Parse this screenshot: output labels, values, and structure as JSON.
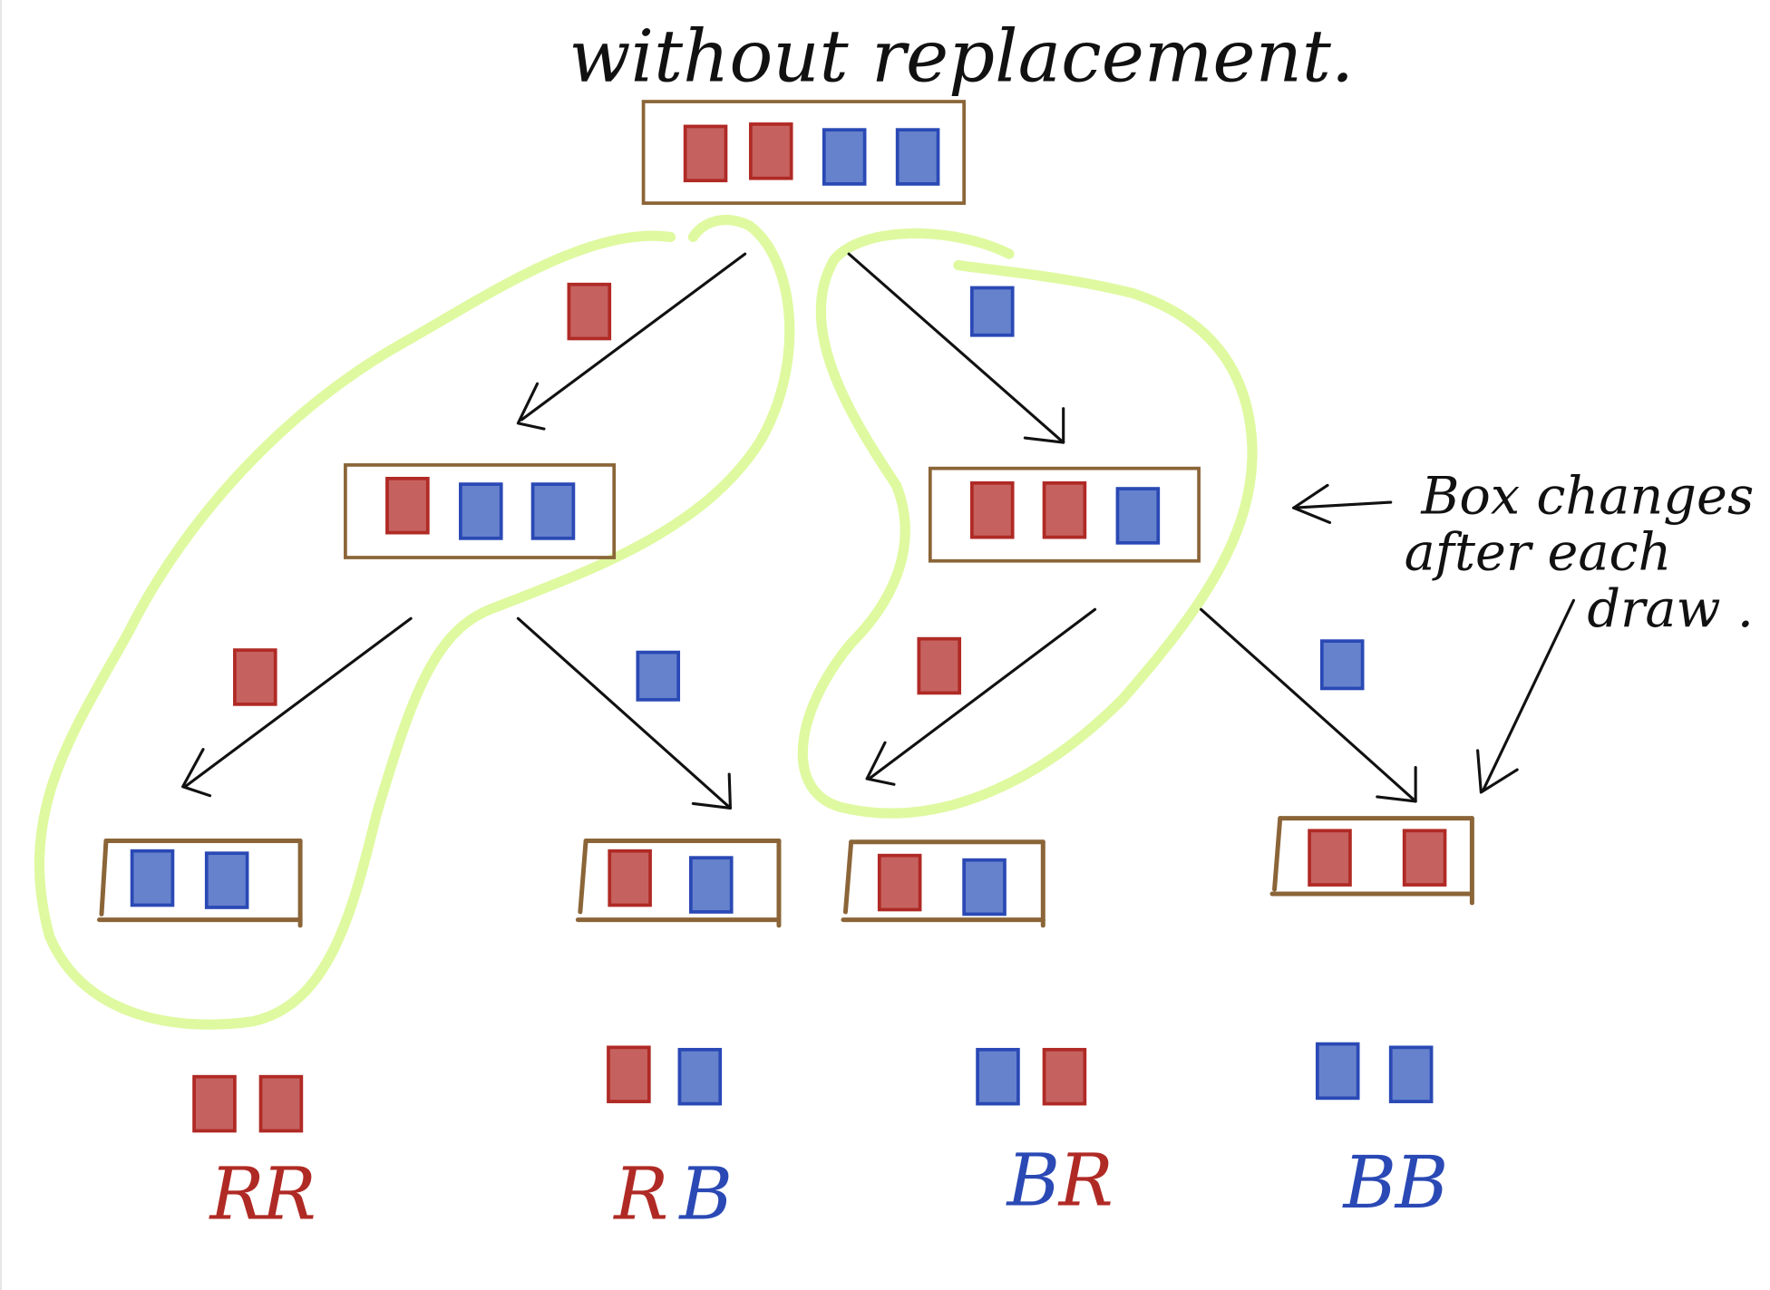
{
  "title": "without replacement.",
  "annotation": {
    "lines": [
      "Box changes",
      "after each",
      "draw ."
    ]
  },
  "colors": {
    "red": "#b02a25",
    "red_fill": "#c5625f",
    "blue": "#2a49b5",
    "blue_fill": "#6682cc",
    "box": "#8b6538",
    "highlight": "#dff9a0",
    "ink": "#111111"
  },
  "tree": {
    "root": {
      "contents": [
        "R",
        "R",
        "B",
        "B"
      ]
    },
    "level1": [
      {
        "drawn": "R",
        "contents": [
          "R",
          "B",
          "B"
        ]
      },
      {
        "drawn": "B",
        "contents": [
          "R",
          "R",
          "B"
        ]
      }
    ],
    "level2": [
      {
        "drawn": "R",
        "contents": [
          "B",
          "B"
        ]
      },
      {
        "drawn": "B",
        "contents": [
          "R",
          "B"
        ]
      },
      {
        "drawn": "R",
        "contents": [
          "R",
          "B"
        ]
      },
      {
        "drawn": "B",
        "contents": [
          "R",
          "R"
        ]
      }
    ]
  },
  "outcomes": [
    {
      "pair": [
        "R",
        "R"
      ],
      "label": [
        "R",
        "R"
      ]
    },
    {
      "pair": [
        "R",
        "B"
      ],
      "label": [
        "R",
        "B"
      ]
    },
    {
      "pair": [
        "B",
        "R"
      ],
      "label": [
        "B",
        "R"
      ]
    },
    {
      "pair": [
        "B",
        "B"
      ],
      "label": [
        "B",
        "B"
      ]
    }
  ]
}
